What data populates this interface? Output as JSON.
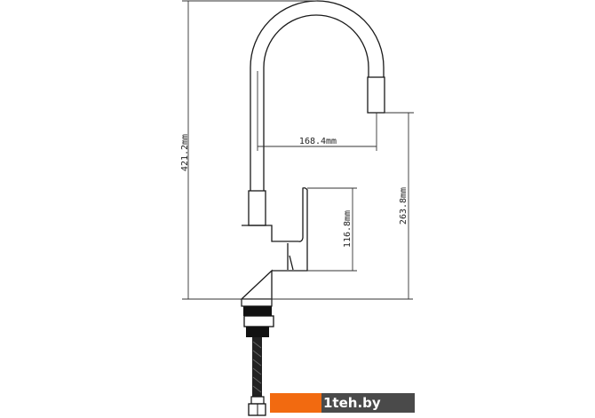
{
  "dimensions": {
    "total_height": "421.2mm",
    "spout_reach": "168.4mm",
    "spout_height": "263.8mm",
    "handle_height": "116.8mm"
  },
  "watermark": {
    "text": "1teh.by",
    "colors": {
      "orange": "#f26a10",
      "gray": "#4a4a4a"
    }
  }
}
